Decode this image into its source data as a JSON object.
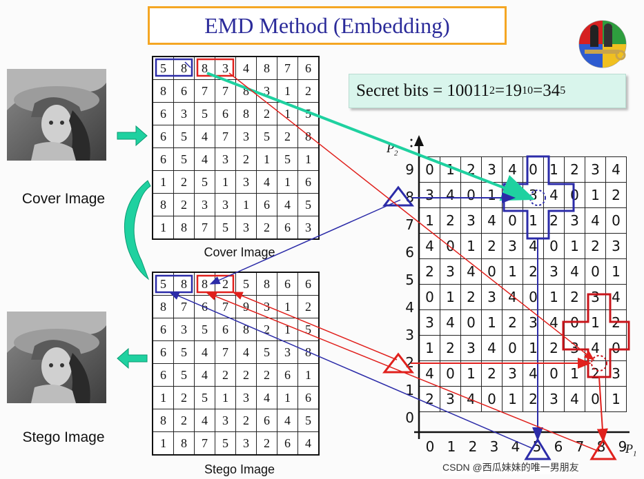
{
  "title": "EMD Method (Embedding)",
  "secret": {
    "prefix": "Secret bits = 10011",
    "base1": "2",
    "eq1": "=19",
    "base2": "10",
    "eq2": "=34",
    "base3": "5"
  },
  "cover_label": "Cover Image",
  "stego_label": "Stego Image",
  "cover_grid": {
    "caption": "Cover Image",
    "rows": [
      [
        "5",
        "8",
        "8",
        "3",
        "4",
        "8",
        "7",
        "6"
      ],
      [
        "8",
        "6",
        "7",
        "7",
        "8",
        "3",
        "1",
        "2"
      ],
      [
        "6",
        "3",
        "5",
        "6",
        "8",
        "2",
        "1",
        "5"
      ],
      [
        "6",
        "5",
        "4",
        "7",
        "3",
        "5",
        "2",
        "8"
      ],
      [
        "6",
        "5",
        "4",
        "3",
        "2",
        "1",
        "5",
        "1"
      ],
      [
        "1",
        "2",
        "5",
        "1",
        "3",
        "4",
        "1",
        "6"
      ],
      [
        "8",
        "2",
        "3",
        "3",
        "1",
        "6",
        "4",
        "5"
      ],
      [
        "1",
        "8",
        "7",
        "5",
        "3",
        "2",
        "6",
        "3"
      ]
    ]
  },
  "stego_grid": {
    "caption": "Stego Image",
    "rows": [
      [
        "5",
        "8",
        "8",
        "2",
        "5",
        "8",
        "6",
        "6"
      ],
      [
        "8",
        "7",
        "6",
        "7",
        "9",
        "3",
        "1",
        "2"
      ],
      [
        "6",
        "3",
        "5",
        "6",
        "8",
        "2",
        "1",
        "5"
      ],
      [
        "6",
        "5",
        "4",
        "7",
        "4",
        "5",
        "3",
        "8"
      ],
      [
        "6",
        "5",
        "4",
        "2",
        "2",
        "2",
        "6",
        "1"
      ],
      [
        "1",
        "2",
        "5",
        "1",
        "3",
        "4",
        "1",
        "6"
      ],
      [
        "8",
        "2",
        "4",
        "3",
        "2",
        "6",
        "4",
        "5"
      ],
      [
        "1",
        "8",
        "7",
        "5",
        "3",
        "2",
        "6",
        "4"
      ]
    ]
  },
  "emd_grid": {
    "y_ticks": [
      "9",
      "8",
      "7",
      "6",
      "5",
      "4",
      "3",
      "2",
      "1",
      "0"
    ],
    "x_ticks": [
      "0",
      "1",
      "2",
      "3",
      "4",
      "5",
      "6",
      "7",
      "8",
      "9"
    ],
    "rows": [
      [
        "0",
        "1",
        "2",
        "3",
        "4",
        "0",
        "1",
        "2",
        "3",
        "4"
      ],
      [
        "3",
        "4",
        "0",
        "1",
        "2",
        "3",
        "4",
        "0",
        "1",
        "2"
      ],
      [
        "1",
        "2",
        "3",
        "4",
        "0",
        "1",
        "2",
        "3",
        "4",
        "0"
      ],
      [
        "4",
        "0",
        "1",
        "2",
        "3",
        "4",
        "0",
        "1",
        "2",
        "3"
      ],
      [
        "2",
        "3",
        "4",
        "0",
        "1",
        "2",
        "3",
        "4",
        "0",
        "1"
      ],
      [
        "0",
        "1",
        "2",
        "3",
        "4",
        "0",
        "1",
        "2",
        "3",
        "4"
      ],
      [
        "3",
        "4",
        "0",
        "1",
        "2",
        "3",
        "4",
        "0",
        "1",
        "2"
      ],
      [
        "1",
        "2",
        "3",
        "4",
        "0",
        "1",
        "2",
        "3",
        "4",
        "0"
      ],
      [
        "4",
        "0",
        "1",
        "2",
        "3",
        "4",
        "0",
        "1",
        "2",
        "3"
      ],
      [
        "2",
        "3",
        "4",
        "0",
        "1",
        "2",
        "3",
        "4",
        "0",
        "1"
      ]
    ],
    "p1_label": "P",
    "p1_sub": "1",
    "p2_label": "P",
    "p2_sub": "2"
  },
  "watermark": "CSDN @西瓜妹妹的唯一男朋友",
  "colors": {
    "blue": "#2b2ba8",
    "red": "#e0201c",
    "teal": "#1fd1a0",
    "orange": "#f5a623"
  }
}
